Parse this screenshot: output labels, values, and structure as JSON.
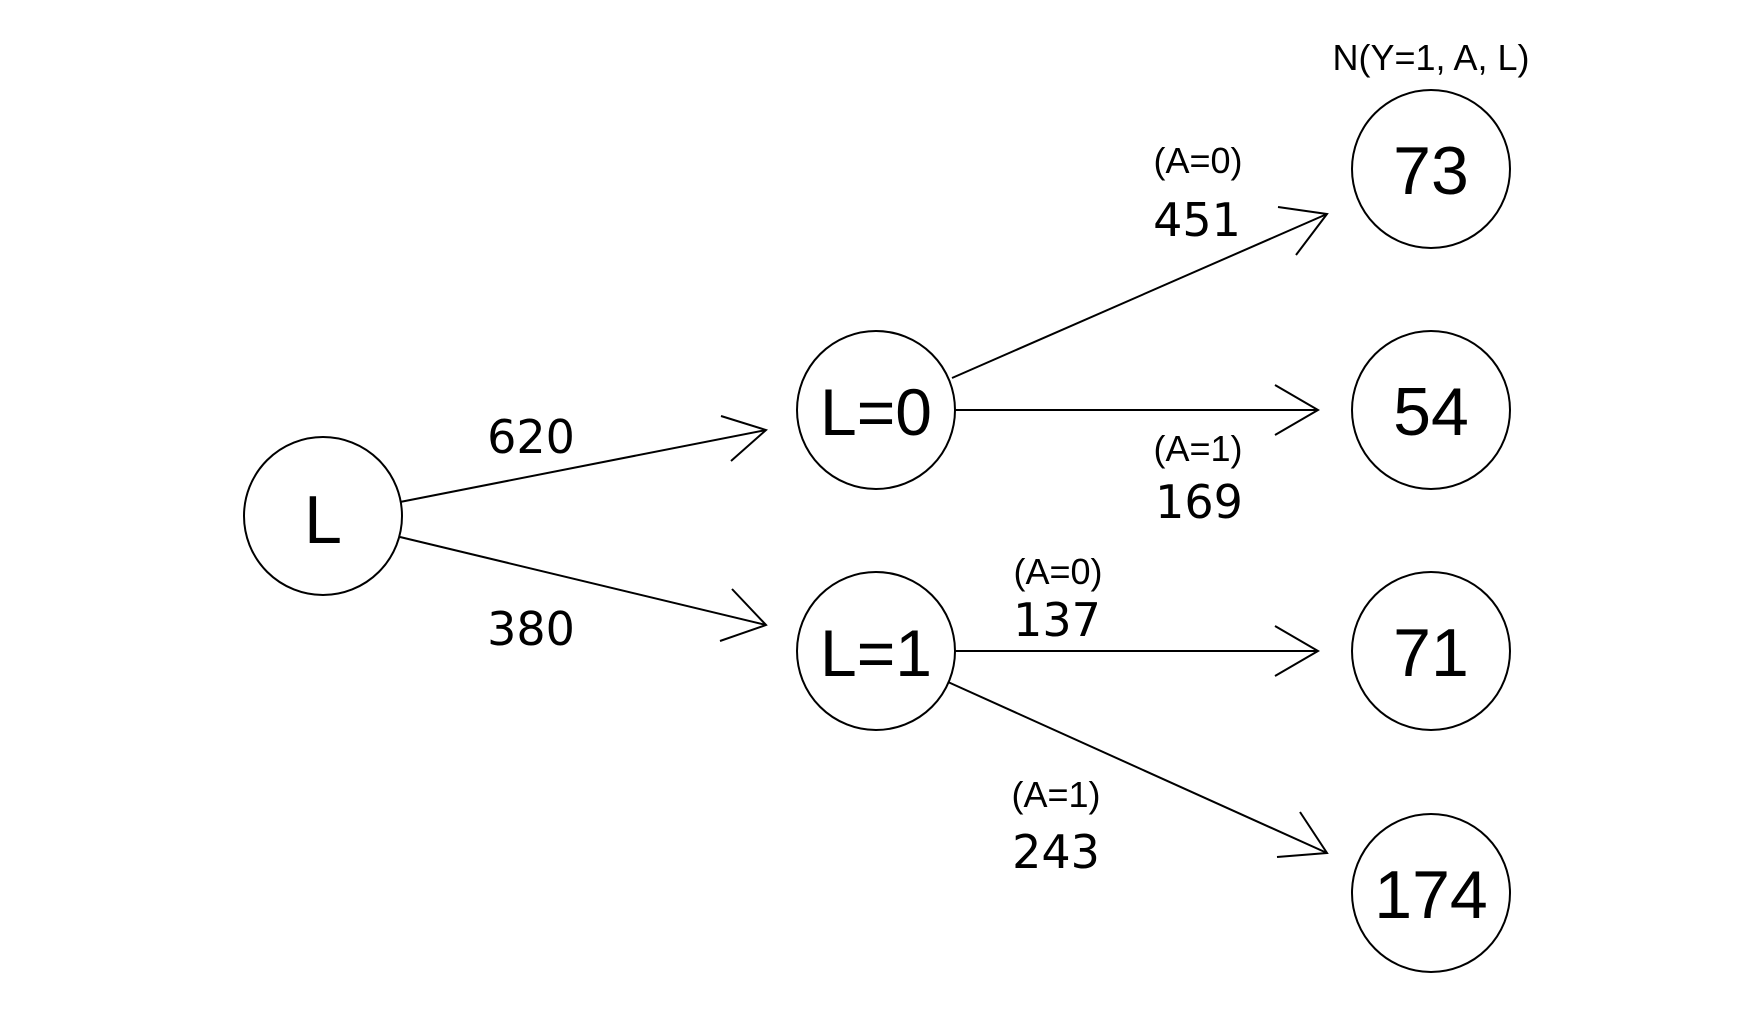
{
  "header": {
    "outcome_label": "N(Y=1, A, L)"
  },
  "root": {
    "label": "L"
  },
  "level1": [
    {
      "label": "L=0",
      "edge_count": "620"
    },
    {
      "label": "L=1",
      "edge_count": "380"
    }
  ],
  "level2": [
    {
      "treatment": "(A=0)",
      "edge_count": "451",
      "outcome": "73"
    },
    {
      "treatment": "(A=1)",
      "edge_count": "169",
      "outcome": "54"
    },
    {
      "treatment": "(A=0)",
      "edge_count": "137",
      "outcome": "71"
    },
    {
      "treatment": "(A=1)",
      "edge_count": "243",
      "outcome": "174"
    }
  ],
  "colors": {
    "stroke": "#000000",
    "background": "#ffffff"
  }
}
